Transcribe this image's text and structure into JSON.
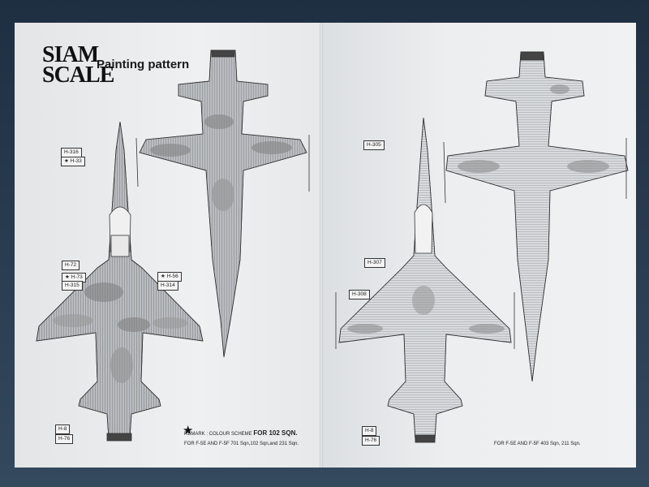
{
  "logo": {
    "line1": "SIAM",
    "line2": "SCALE"
  },
  "title": "Painting pattern",
  "left_labels": [
    "H-316",
    "★ H-33",
    "H-72",
    "★ H-73",
    "H-315",
    "★ H-56",
    "H-314",
    "H-8",
    "H-76"
  ],
  "right_labels": [
    "H-305",
    "H-307",
    "H-308",
    "H-8",
    "H-76"
  ],
  "remark": {
    "star": "★",
    "prefix": "REMARK : COLOUR SCHEME",
    "emphasis": "FOR 102 SQN.",
    "line2": "FOR F-5E AND F-5F 701 Sqn,102 Sqn,and 231 Sqn."
  },
  "right_note": "FOR F-5E AND F-5F 403 Sqn, 211 Sqn."
}
